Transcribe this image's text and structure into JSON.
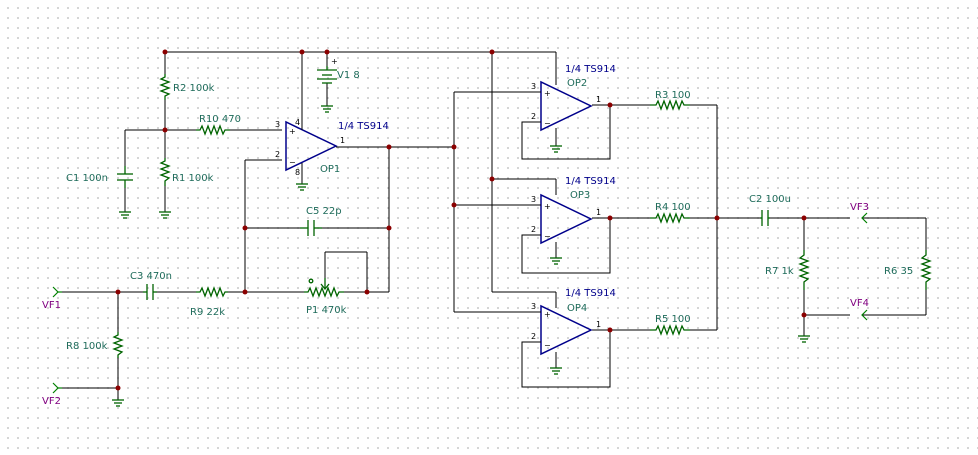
{
  "colors": {
    "wire": "#000000",
    "component": "#006400",
    "opamp": "#00008b",
    "junction": "#8b0000",
    "component_label": "#1e6b5a",
    "ic_label": "#00008b",
    "probe_label": "#800080"
  },
  "components": {
    "r2": "R2 100k",
    "r1": "R1 100k",
    "r10": "R10 470",
    "c1": "C1 100n",
    "v1": "V1 8",
    "op1_part": "1/4 TS914",
    "op1_ref": "OP1",
    "c5": "C5 22p",
    "c3": "C3 470n",
    "r9": "R9 22k",
    "p1": "P1 470k",
    "r8": "R8 100k",
    "op2_part": "1/4 TS914",
    "op2_ref": "OP2",
    "op3_part": "1/4 TS914",
    "op3_ref": "OP3",
    "op4_part": "1/4 TS914",
    "op4_ref": "OP4",
    "r3": "R3 100",
    "r4": "R4 100",
    "r5": "R5 100",
    "c2": "C2 100u",
    "r7": "R7 1k",
    "r6": "R6 35"
  },
  "probes": {
    "vf1": "VF1",
    "vf2": "VF2",
    "vf3": "VF3",
    "vf4": "VF4"
  },
  "pins": {
    "plus": "+",
    "minus": "−",
    "p1": "1",
    "p2": "2",
    "p3": "3",
    "p4": "4",
    "p8": "8"
  }
}
